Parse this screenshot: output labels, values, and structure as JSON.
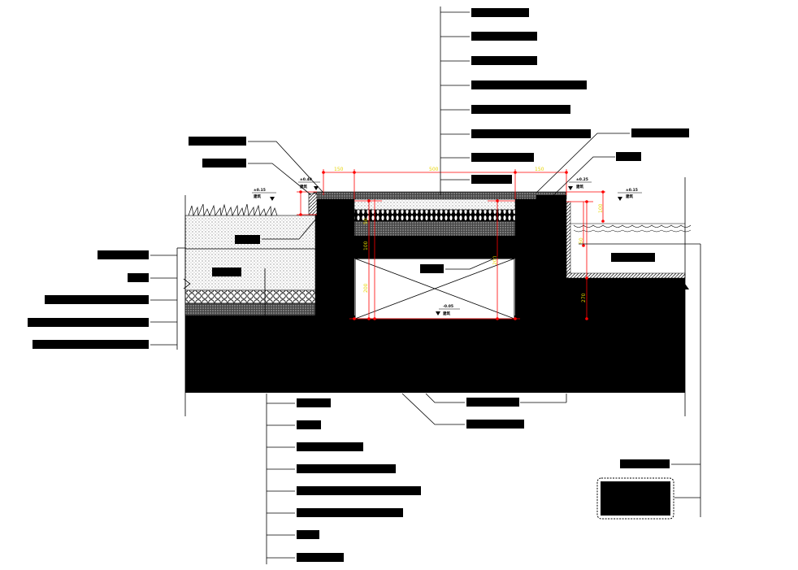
{
  "drawing": {
    "colors": {
      "ink": "#000000",
      "paper": "#ffffff",
      "dimension": "#ff0000",
      "dimension_text": "#e6d400"
    },
    "dimensions": {
      "top_left": "150",
      "top_middle": "500",
      "top_right": "150",
      "left_vertical_upper": "50",
      "left_vertical_mid": "100",
      "left_vertical_lower": "200",
      "right_vertical_mid": "200",
      "right_water_a": "100",
      "right_water_b": "50",
      "right_deep": "270"
    },
    "levels": {
      "lawn": "±0.15",
      "curb_left": "±0.40",
      "curb_right": "±0.25",
      "water": "±0.15",
      "pipe_invert": "-0.05",
      "level_sub": "建筑"
    }
  }
}
